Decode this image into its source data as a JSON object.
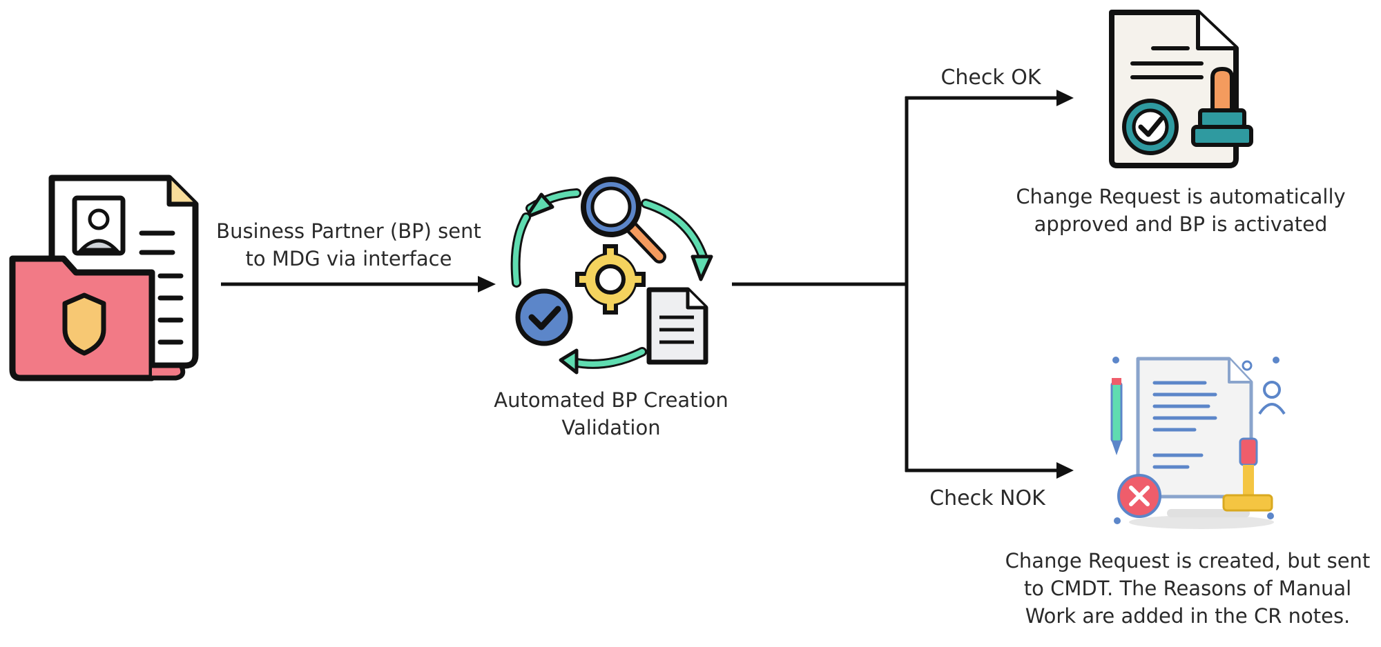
{
  "diagram": {
    "edges": {
      "sent": {
        "label_line1": "Business Partner (BP) sent",
        "label_line2": "to MDG via interface"
      },
      "check_ok": {
        "label": "Check OK"
      },
      "check_nok": {
        "label": "Check NOK"
      }
    },
    "nodes": {
      "bp_document": {
        "icon": "id-folder-icon"
      },
      "validation": {
        "icon": "validation-cycle-icon",
        "label_line1": "Automated BP Creation",
        "label_line2": "Validation"
      },
      "approved": {
        "icon": "approved-certificate-icon",
        "label_line1": "Change Request is automatically",
        "label_line2": "approved and BP is activated"
      },
      "manual": {
        "icon": "rejected-document-icon",
        "label_line1": "Change Request is created, but sent",
        "label_line2": "to CMDT. The Reasons of Manual",
        "label_line3": "Work are added in the CR notes."
      }
    },
    "colors": {
      "line": "#111111",
      "folder_pink": "#f27a86",
      "badge_gold": "#f7c873",
      "arrow_green": "#5fdcb0",
      "magnifier_blue": "#5c86c9",
      "gear_yellow": "#f4d35e",
      "stamp_orange": "#f49b5e",
      "stamp_teal": "#2f9aa0",
      "reject_red": "#ef5d6b"
    }
  }
}
